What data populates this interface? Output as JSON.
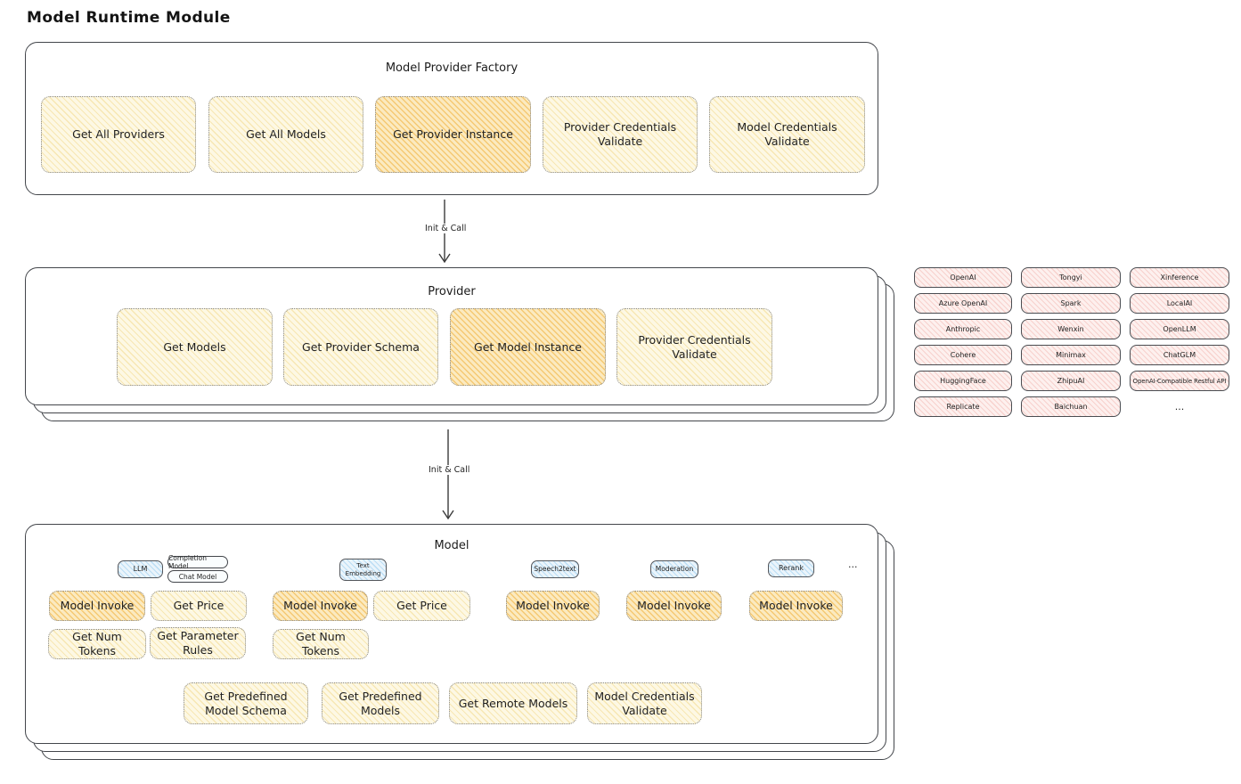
{
  "page_title": "Model Runtime Module",
  "arrows": {
    "label": "Init & Call"
  },
  "factory": {
    "title": "Model Provider Factory",
    "boxes": [
      "Get All Providers",
      "Get All Models",
      "Get Provider Instance",
      "Provider Credentials Validate",
      "Model Credentials Validate"
    ]
  },
  "provider": {
    "title": "Provider",
    "boxes": [
      "Get Models",
      "Get Provider Schema",
      "Get Model Instance",
      "Provider Credentials Validate"
    ]
  },
  "providers_grid": {
    "items": [
      "OpenAI",
      "Tongyi",
      "Xinference",
      "Azure OpenAI",
      "Spark",
      "LocalAI",
      "Anthropic",
      "Wenxin",
      "OpenLLM",
      "Cohere",
      "Minimax",
      "ChatGLM",
      "HuggingFace",
      "ZhipuAI",
      "OpenAI-Compatible Restful API",
      "Replicate",
      "Baichuan"
    ],
    "ellipsis": "..."
  },
  "model": {
    "title": "Model",
    "tags": {
      "llm": "LLM",
      "completion": "Completion Model",
      "chat": "Chat Model",
      "text_embedding": "Text Embedding",
      "speech2text": "Speech2text",
      "moderation": "Moderation",
      "rerank": "Rerank",
      "ellipsis": "..."
    },
    "ops": {
      "model_invoke": "Model Invoke",
      "get_price": "Get Price",
      "get_num_tokens": "Get Num Tokens",
      "get_parameter_rules": "Get Parameter Rules"
    },
    "bottom": [
      "Get Predefined Model Schema",
      "Get Predefined Models",
      "Get Remote Models",
      "Model Credentials Validate"
    ]
  },
  "colors": {
    "highlight_orange": "#f3b641",
    "soft_yellow": "#fdf8e4",
    "soft_pink": "#fdf0ee",
    "soft_blue": "#eaf4fb",
    "stroke": "#43464b"
  }
}
